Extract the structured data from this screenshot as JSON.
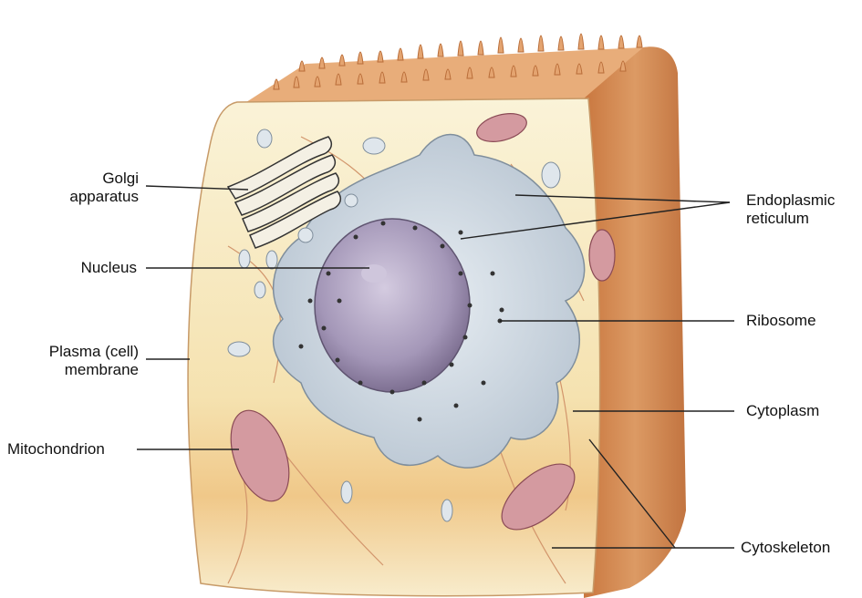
{
  "diagram": {
    "labels": {
      "golgi_line1": "Golgi",
      "golgi_line2": "apparatus",
      "nucleus": "Nucleus",
      "plasma_line1": "Plasma (cell)",
      "plasma_line2": "membrane",
      "mitochondrion": "Mitochondrion",
      "er_line1": "Endoplasmic",
      "er_line2": "reticulum",
      "ribosome": "Ribosome",
      "cytoplasm": "Cytoplasm",
      "cytoskeleton": "Cytoskeleton"
    },
    "colors": {
      "cytoplasm": "#f6ecc6",
      "side_face": "#d9925a",
      "top_face": "#e9b07e",
      "er": "#c9d3dc",
      "nucleus": "#a89ab8",
      "mitochondria": "#c98a94",
      "ribosome": "#333333"
    }
  }
}
